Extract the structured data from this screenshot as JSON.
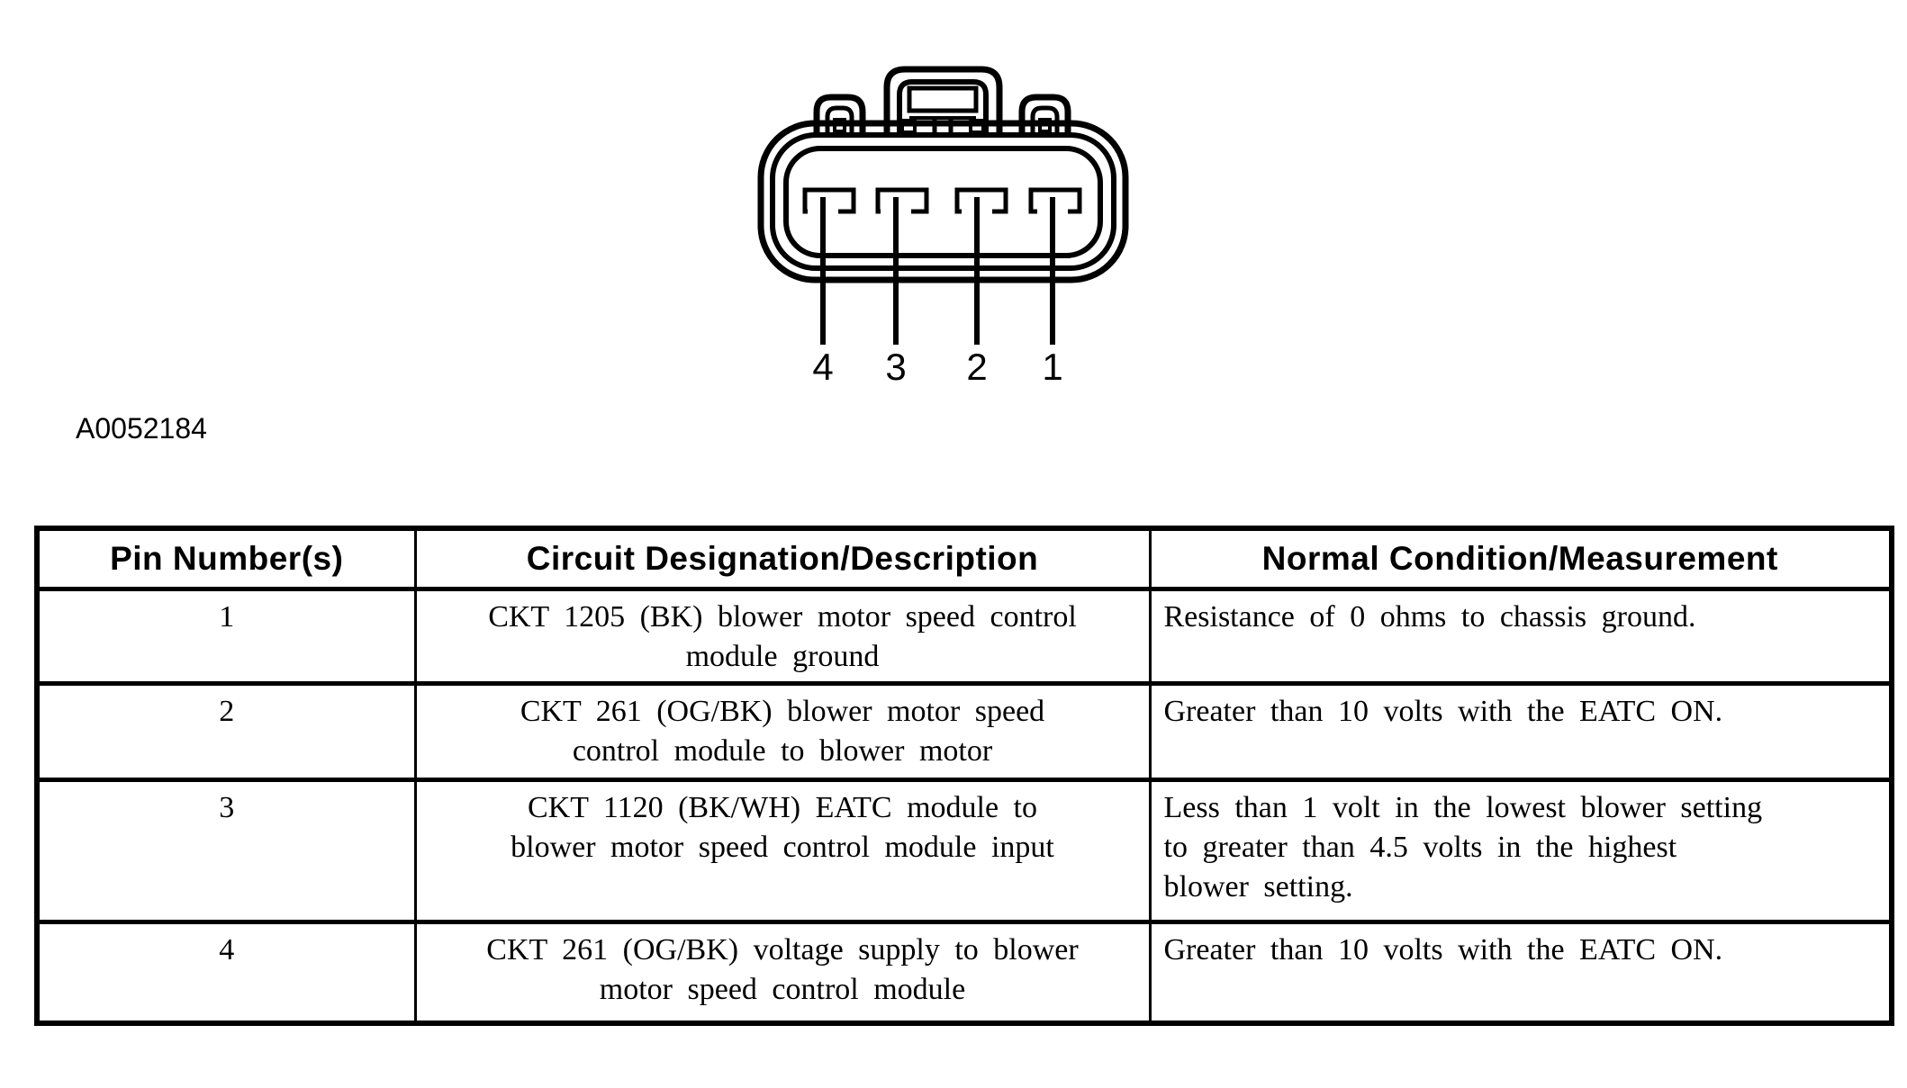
{
  "page": {
    "background_color": "#ffffff",
    "ink_color": "#000000"
  },
  "diagram": {
    "description": "4-pin electrical connector face view, pins numbered right to left",
    "figure_id": "A0052184",
    "pin_labels": [
      "4",
      "3",
      "2",
      "1"
    ]
  },
  "table": {
    "headers": [
      "Pin Number(s)",
      "Circuit Designation/Description",
      "Normal Condition/Measurement"
    ],
    "rows": [
      {
        "pin": "1",
        "circuit_lines": [
          "CKT 1205 (BK) blower motor speed control",
          "module ground"
        ],
        "condition_lines": [
          "Resistance of 0 ohms to chassis ground."
        ]
      },
      {
        "pin": "2",
        "circuit_lines": [
          "CKT 261 (OG/BK) blower motor speed",
          "control module to blower motor"
        ],
        "condition_lines": [
          "Greater than 10 volts with the EATC ON."
        ]
      },
      {
        "pin": "3",
        "circuit_lines": [
          "CKT 1120 (BK/WH) EATC module to",
          "blower motor speed control module input"
        ],
        "condition_lines": [
          "Less than 1 volt in the lowest blower setting",
          "to greater than 4.5 volts in the highest",
          "blower setting."
        ]
      },
      {
        "pin": "4",
        "circuit_lines": [
          "CKT 261 (OG/BK) voltage supply to blower",
          "motor speed control module"
        ],
        "condition_lines": [
          "Greater than 10 volts with the EATC ON."
        ]
      }
    ]
  }
}
